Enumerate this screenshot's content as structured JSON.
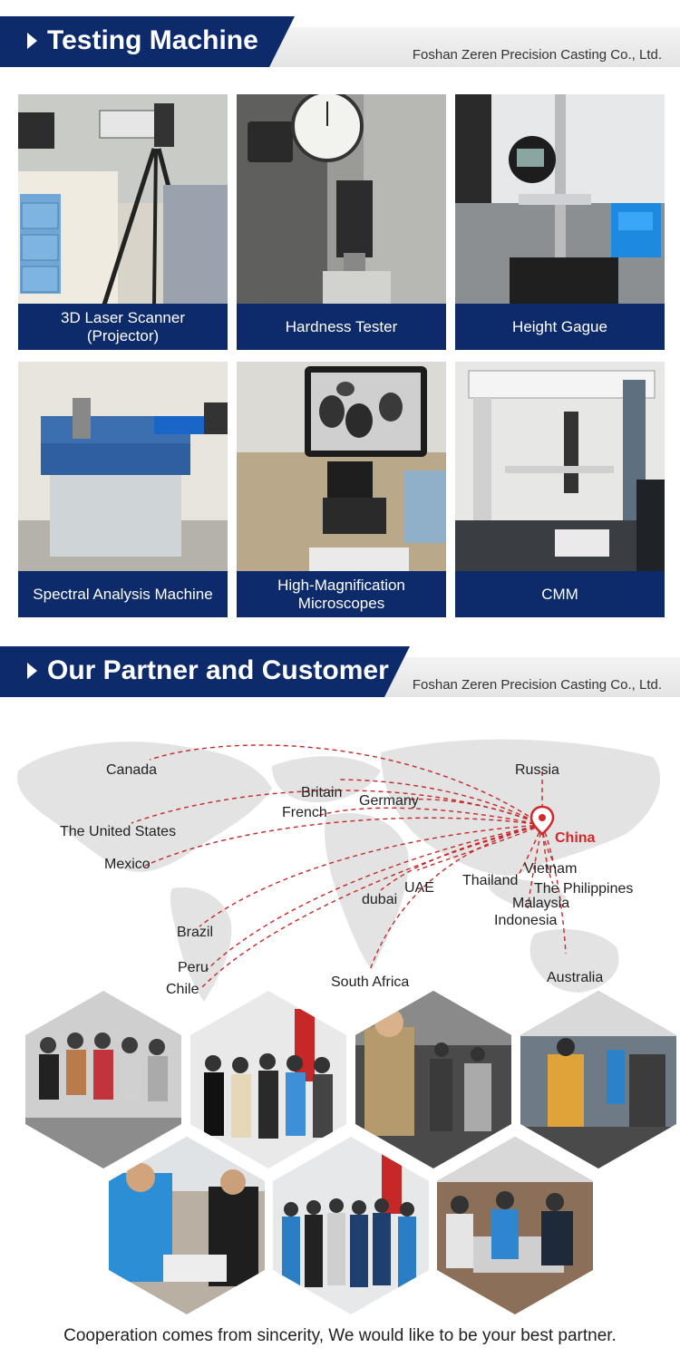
{
  "section1": {
    "title": "Testing Machine",
    "company": "Foshan Zeren Precision Casting Co., Ltd."
  },
  "machines": [
    {
      "label": "3D Laser Scanner (Projector)"
    },
    {
      "label": "Hardness Tester"
    },
    {
      "label": "Height Gague"
    },
    {
      "label": "Spectral Analysis Machine"
    },
    {
      "label": "High-Magnification Microscopes"
    },
    {
      "label": "CMM"
    }
  ],
  "section2": {
    "title": "Our Partner and Customer",
    "company": "Foshan Zeren Precision Casting Co., Ltd."
  },
  "map": {
    "origin": "China",
    "destinations": {
      "canada": "Canada",
      "russia": "Russia",
      "britain": "Britain",
      "germany": "Germany",
      "french": "French",
      "us": "The United States",
      "mexico": "Mexico",
      "vietnam": "Vietnam",
      "thailand": "Thailand",
      "uae": "UAE",
      "philippines": "The Philippines",
      "dubai": "dubai",
      "malaysia": "Malaysia",
      "indonesia": "Indonesia",
      "brazil": "Brazil",
      "peru": "Peru",
      "chile": "Chile",
      "southafrica": "South Africa",
      "australia": "Australia"
    },
    "route_color": "#c62828"
  },
  "footer": {
    "slogan": "Cooperation comes from sincerity, We would like to be your best partner."
  }
}
